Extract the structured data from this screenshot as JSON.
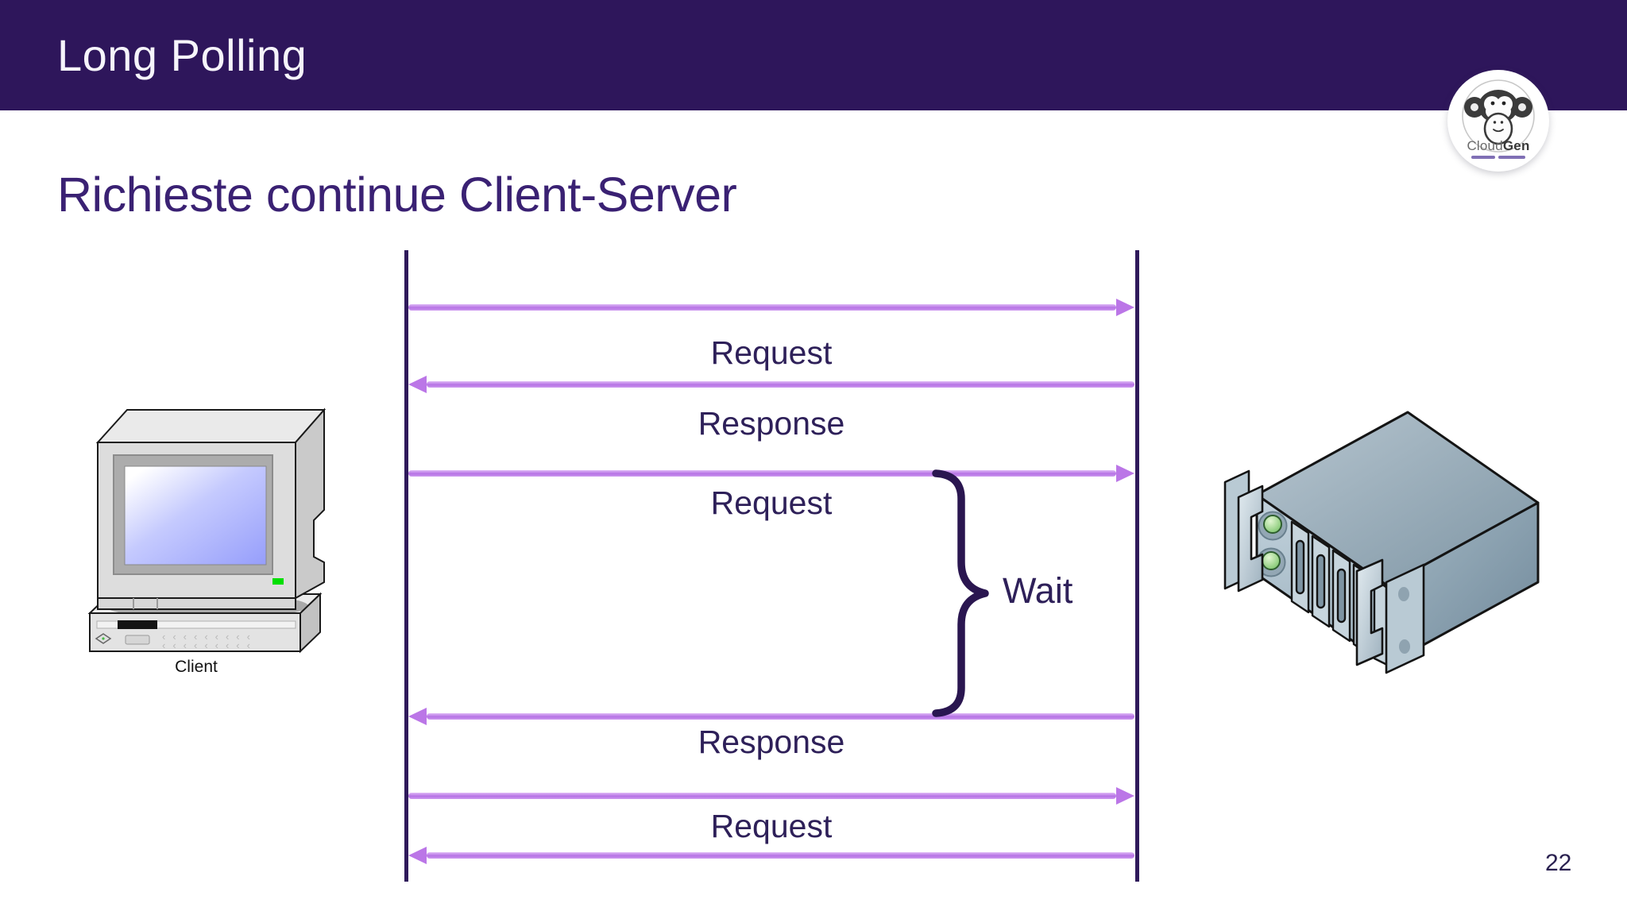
{
  "slide": {
    "header": {
      "title": "Long Polling"
    },
    "title": "Richieste continue Client-Server",
    "page_number": "22"
  },
  "logo": {
    "icon": "monkey-icon",
    "brand_regular": "Cloud",
    "brand_bold": "Gen"
  },
  "diagram": {
    "client": {
      "label": "Client",
      "icon": "desktop-computer-icon"
    },
    "server": {
      "icon": "rack-server-icon"
    },
    "wait_label": "Wait",
    "messages": [
      {
        "label": "Request",
        "direction": "client-to-server"
      },
      {
        "label": "Response",
        "direction": "server-to-client"
      },
      {
        "label": "Request",
        "direction": "client-to-server"
      },
      {
        "label": "Response",
        "direction": "server-to-client"
      },
      {
        "label": "Request",
        "direction": "client-to-server"
      },
      {
        "label": "",
        "direction": "server-to-client"
      }
    ],
    "colors": {
      "arrow": "#BE7CE9",
      "lifeline": "#2F1A5B",
      "label_text": "#2E2059",
      "header_bg": "#2E165B",
      "title_text": "#3A2173"
    }
  }
}
